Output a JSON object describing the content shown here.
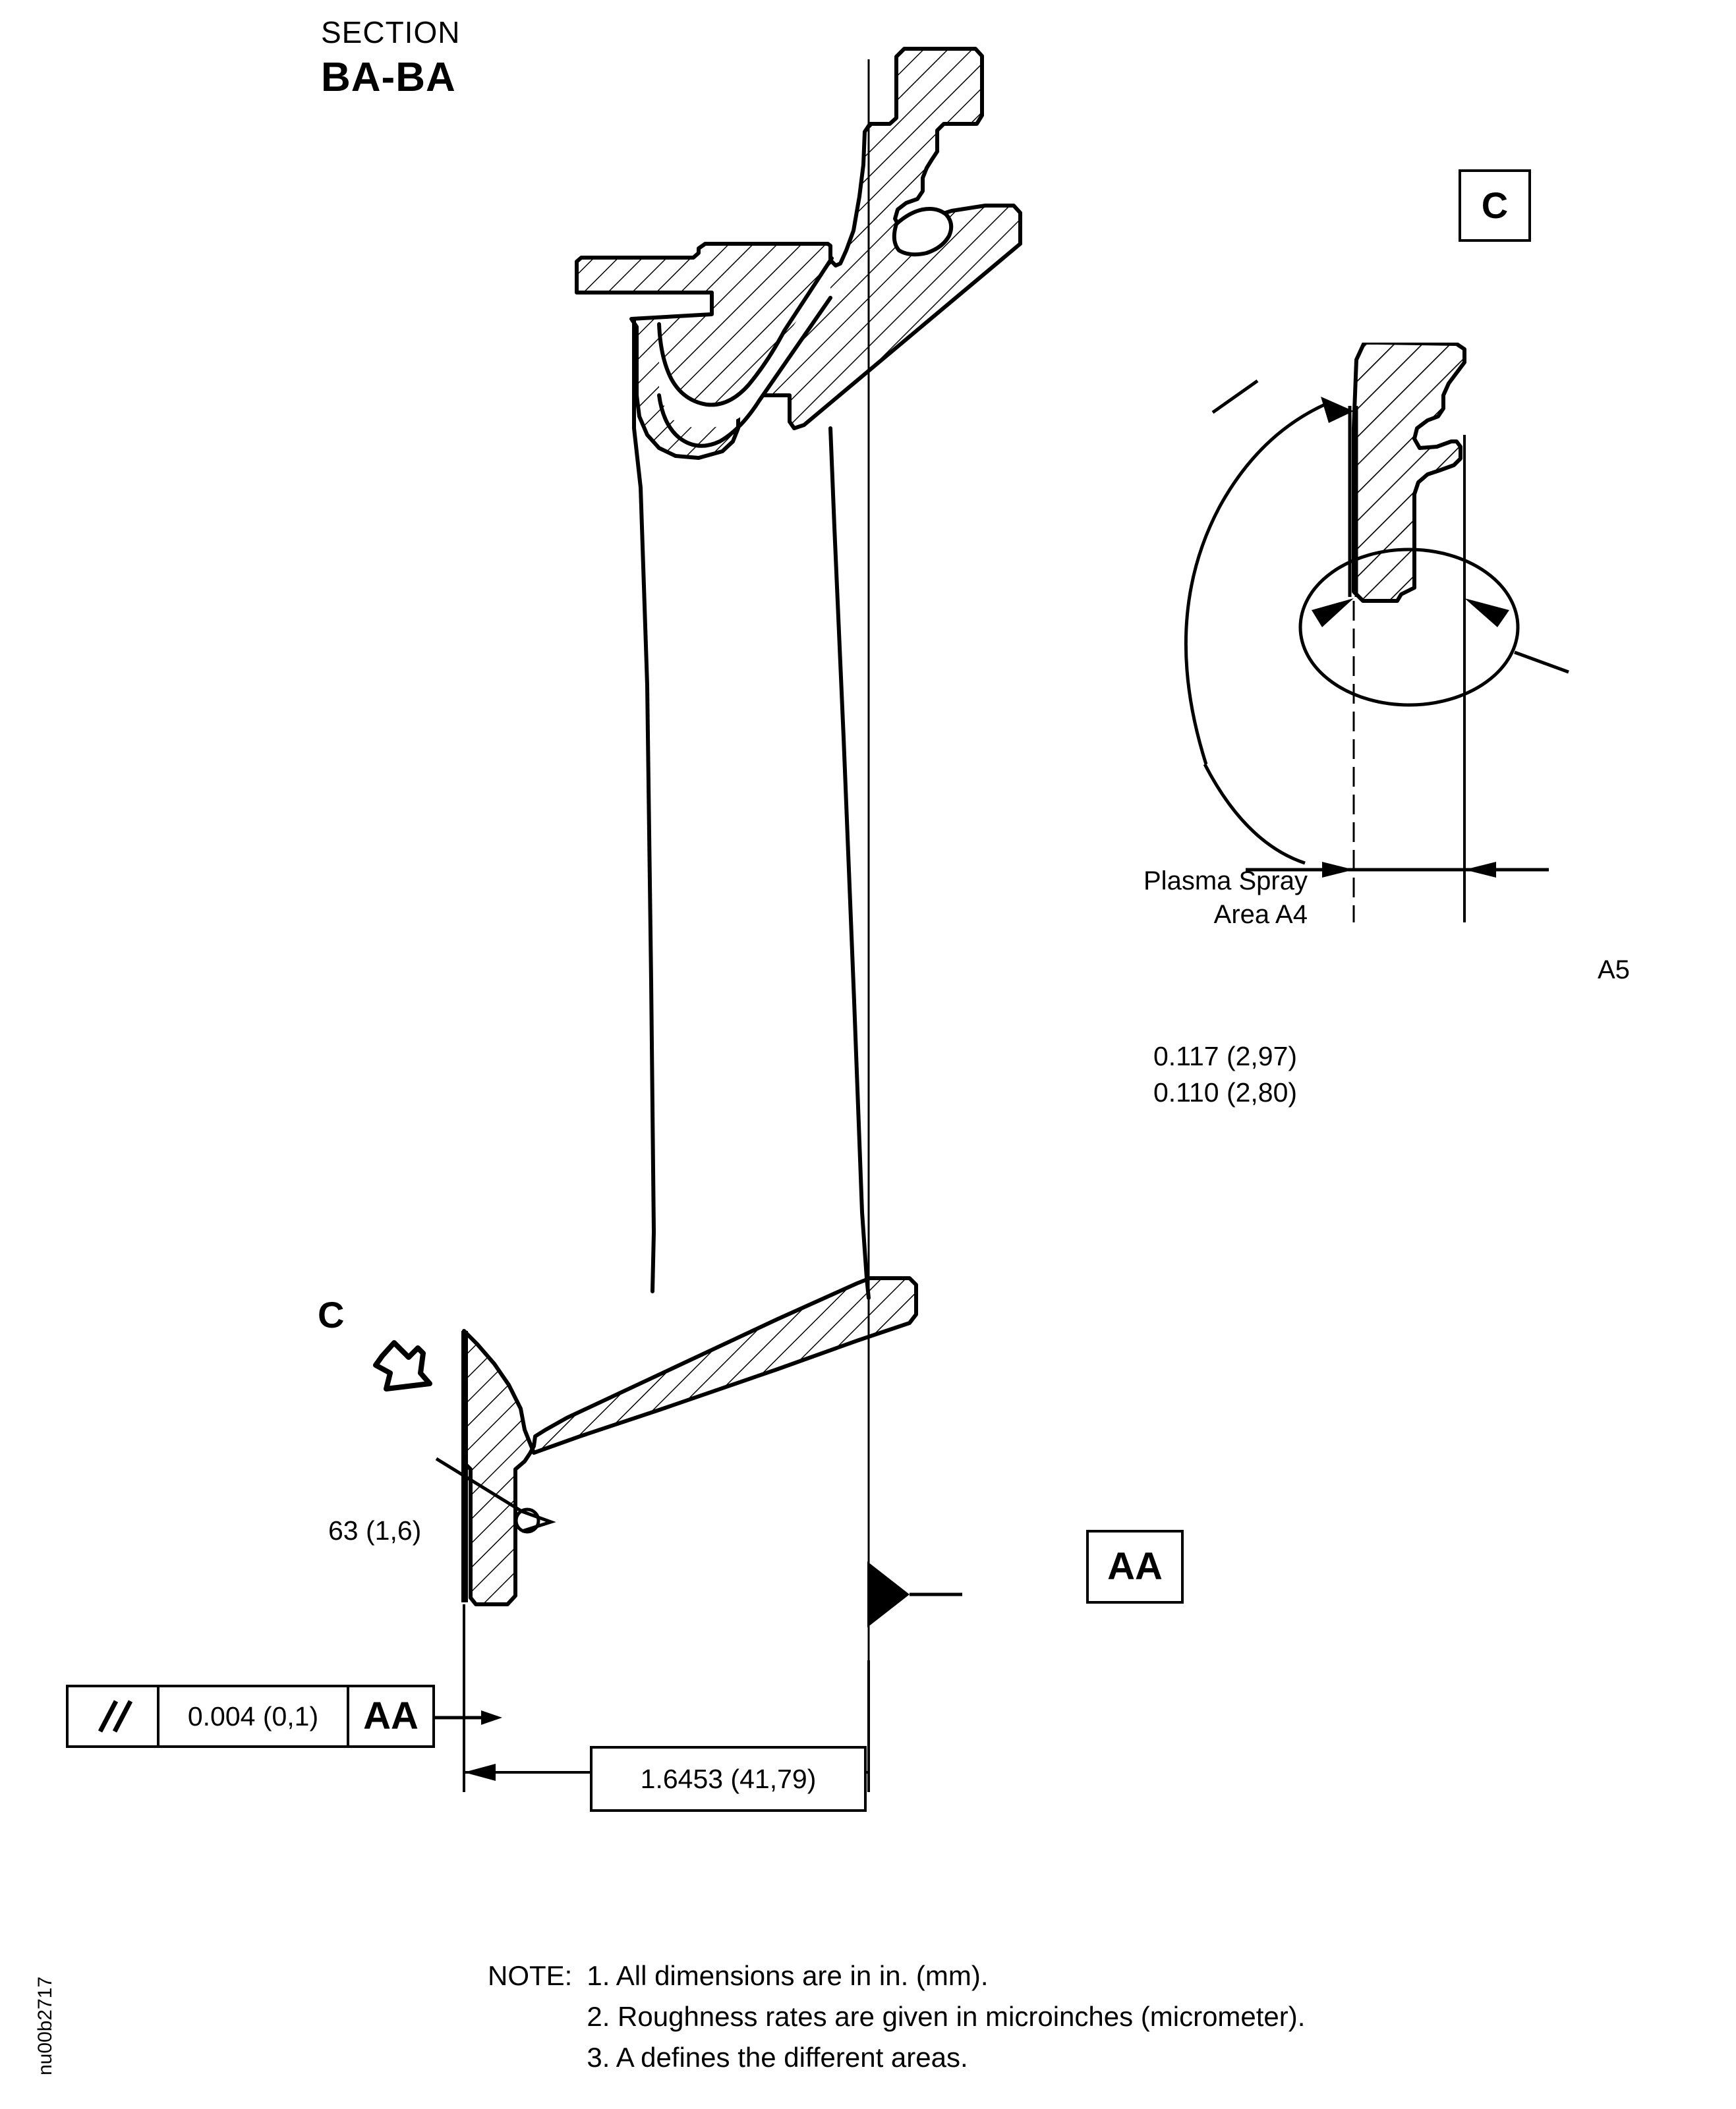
{
  "sheet": {
    "code": "nu00b2717",
    "background": "#ffffff",
    "ink": "#000000"
  },
  "section_title": {
    "word": "SECTION",
    "identifier": "BA-BA"
  },
  "detail_key": {
    "label": "C"
  },
  "view_arrow": {
    "label": "C",
    "icon": "view-direction-arrow"
  },
  "detail_view": {
    "callout_line_1": "Plasma Spray",
    "callout_line_2": "Area A4",
    "area_label": "A5",
    "dimension_upper": "0.117 (2,97)",
    "dimension_lower": "0.110 (2,80)"
  },
  "surface_finish": {
    "value": "63 (1,6)",
    "icon": "surface-finish-symbol"
  },
  "feature_control_frame": {
    "symbol": "parallelism-symbol",
    "symbol_glyph": "//",
    "tolerance": "0.004 (0,1)",
    "datum": "AA"
  },
  "datum_feature": {
    "label": "AA",
    "icon": "datum-triangle"
  },
  "basic_dimension": {
    "value": "1.6453 (41,79)"
  },
  "notes": {
    "heading": "NOTE:",
    "items": [
      "1. All dimensions are in in. (mm).",
      "2. Roughness rates are given in microinches (micrometer).",
      "3. A defines the different areas."
    ]
  }
}
